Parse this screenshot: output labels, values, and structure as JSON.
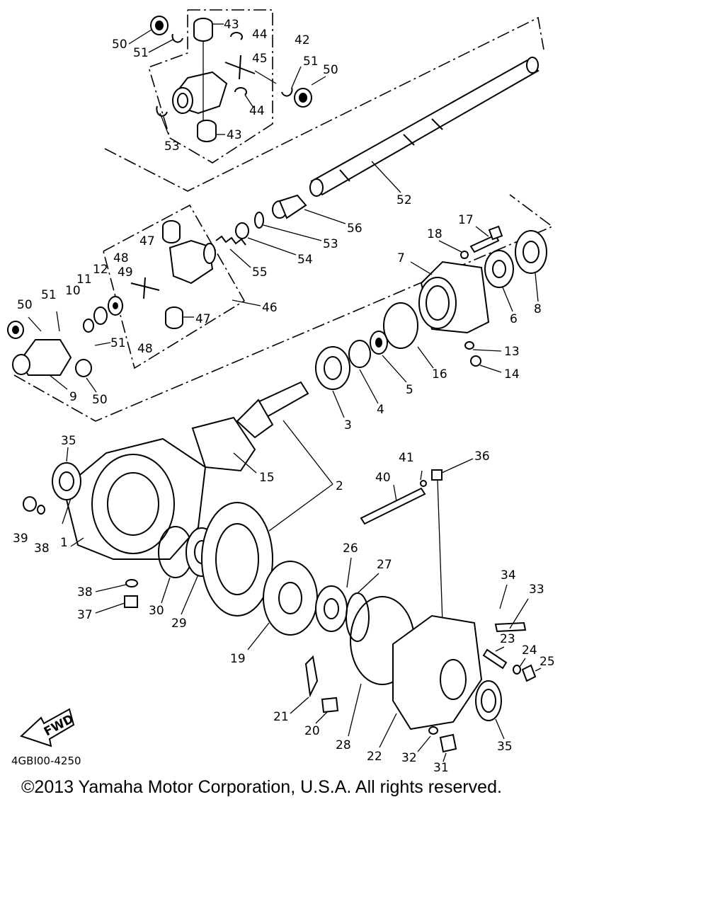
{
  "diagram": {
    "code": "4GBI00-4250",
    "copyright": "©2013 Yamaha Motor Corporation, U.S.A. All rights reserved.",
    "fwd_text": "FWD",
    "callouts": [
      "1",
      "2",
      "3",
      "4",
      "5",
      "6",
      "7",
      "8",
      "9",
      "10",
      "11",
      "12",
      "13",
      "14",
      "15",
      "16",
      "17",
      "18",
      "19",
      "20",
      "21",
      "22",
      "23",
      "24",
      "25",
      "26",
      "27",
      "28",
      "29",
      "30",
      "31",
      "32",
      "33",
      "34",
      "35",
      "36",
      "37",
      "38",
      "39",
      "40",
      "41",
      "42",
      "43",
      "44",
      "45",
      "46",
      "47",
      "48",
      "49",
      "50",
      "51",
      "52",
      "53",
      "54",
      "55",
      "56"
    ]
  }
}
